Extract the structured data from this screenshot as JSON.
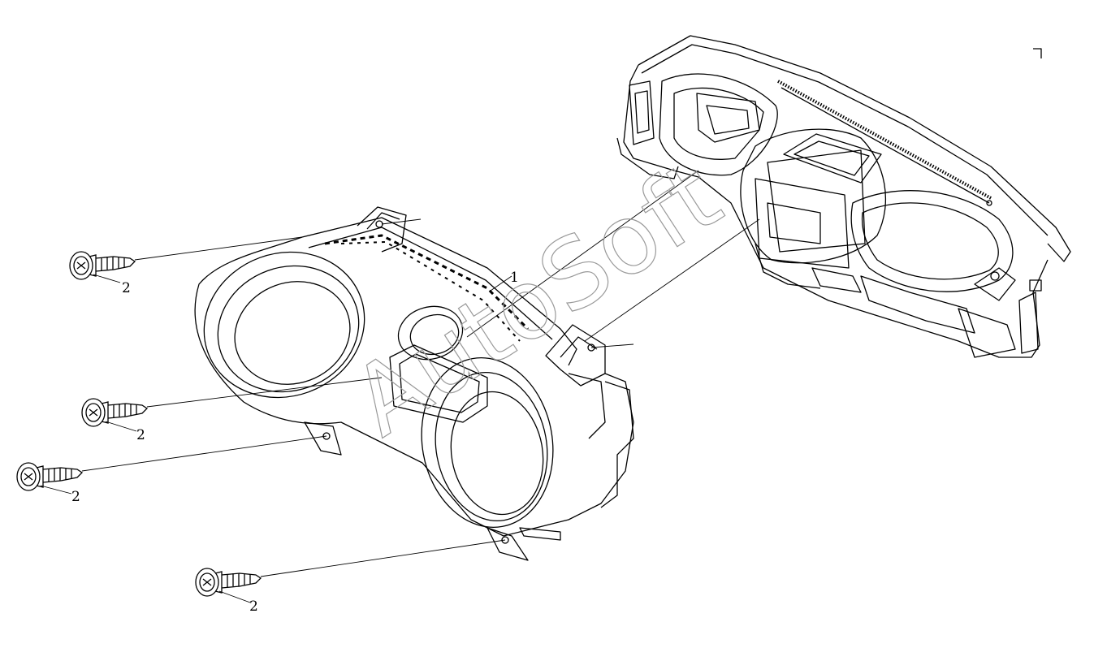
{
  "diagram": {
    "type": "exploded-parts-view",
    "line_color": "#000000",
    "background": "#ffffff",
    "callouts": {
      "cluster_hood": "1",
      "screw_a": "2",
      "screw_b": "2",
      "screw_c": "2",
      "screw_d": "2"
    },
    "watermark": {
      "text": "AutoSoft",
      "color": "#9a9a9a"
    }
  }
}
